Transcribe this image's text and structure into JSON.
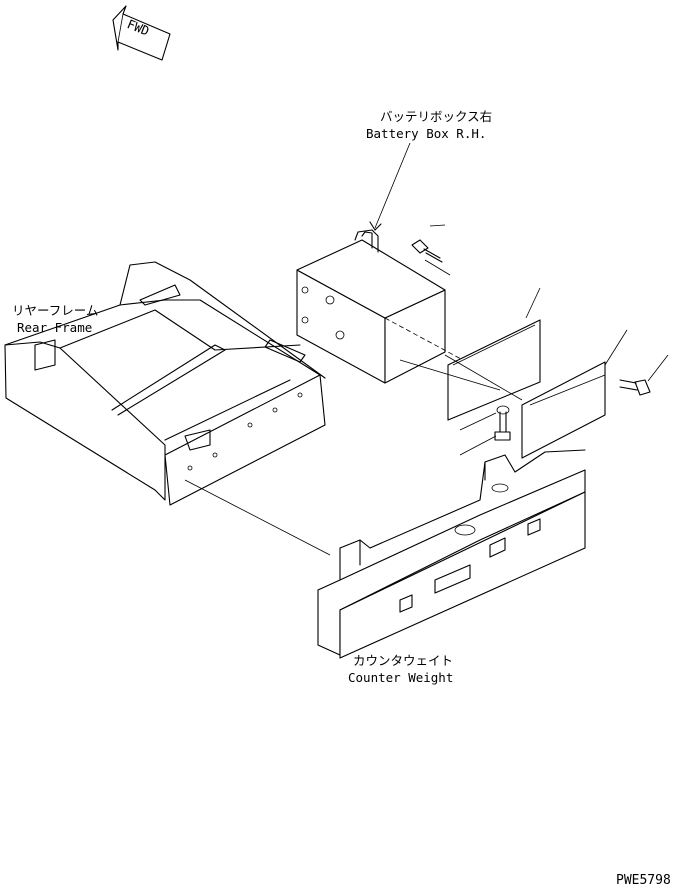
{
  "fwd_marker": "FWD",
  "labels": {
    "battery_box_jp": "バッテリボックス右",
    "battery_box_en": "Battery Box R.H.",
    "rear_frame_jp": "リヤーフレーム",
    "rear_frame_en": "Rear Frame",
    "counter_weight_jp": "カウンタウェイト",
    "counter_weight_en": "Counter Weight"
  },
  "drawing_code": "PWE5798"
}
